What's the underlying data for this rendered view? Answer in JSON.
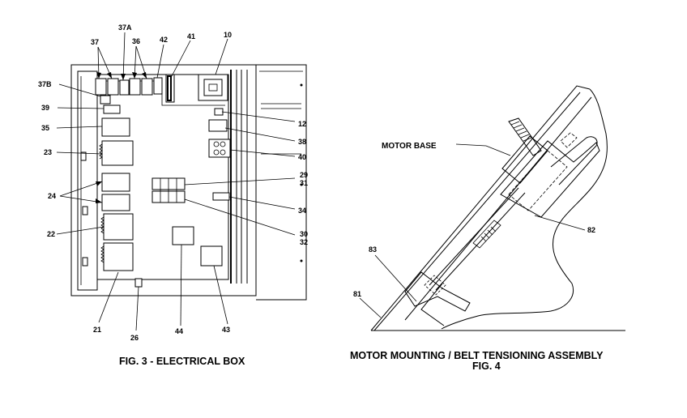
{
  "figure3": {
    "caption": "FIG. 3 - ELECTRICAL BOX",
    "labels": {
      "l37": "37",
      "l37A": "37A",
      "l36": "36",
      "l42": "42",
      "l41": "41",
      "l10": "10",
      "l37B": "37B",
      "l39": "39",
      "l35": "35",
      "l23": "23",
      "l24": "24",
      "l22": "22",
      "l21": "21",
      "l26": "26",
      "l44": "44",
      "l43": "43",
      "l12": "12",
      "l38": "38",
      "l40": "40",
      "l29": "29",
      "l31": "31",
      "l34": "34",
      "l30": "30",
      "l32": "32"
    }
  },
  "figure4": {
    "caption_line1": "MOTOR MOUNTING / BELT TENSIONING ASSEMBLY",
    "caption_line2": "FIG. 4",
    "motor_base_label": "MOTOR BASE",
    "labels": {
      "l82": "82",
      "l83": "83",
      "l81": "81"
    }
  }
}
